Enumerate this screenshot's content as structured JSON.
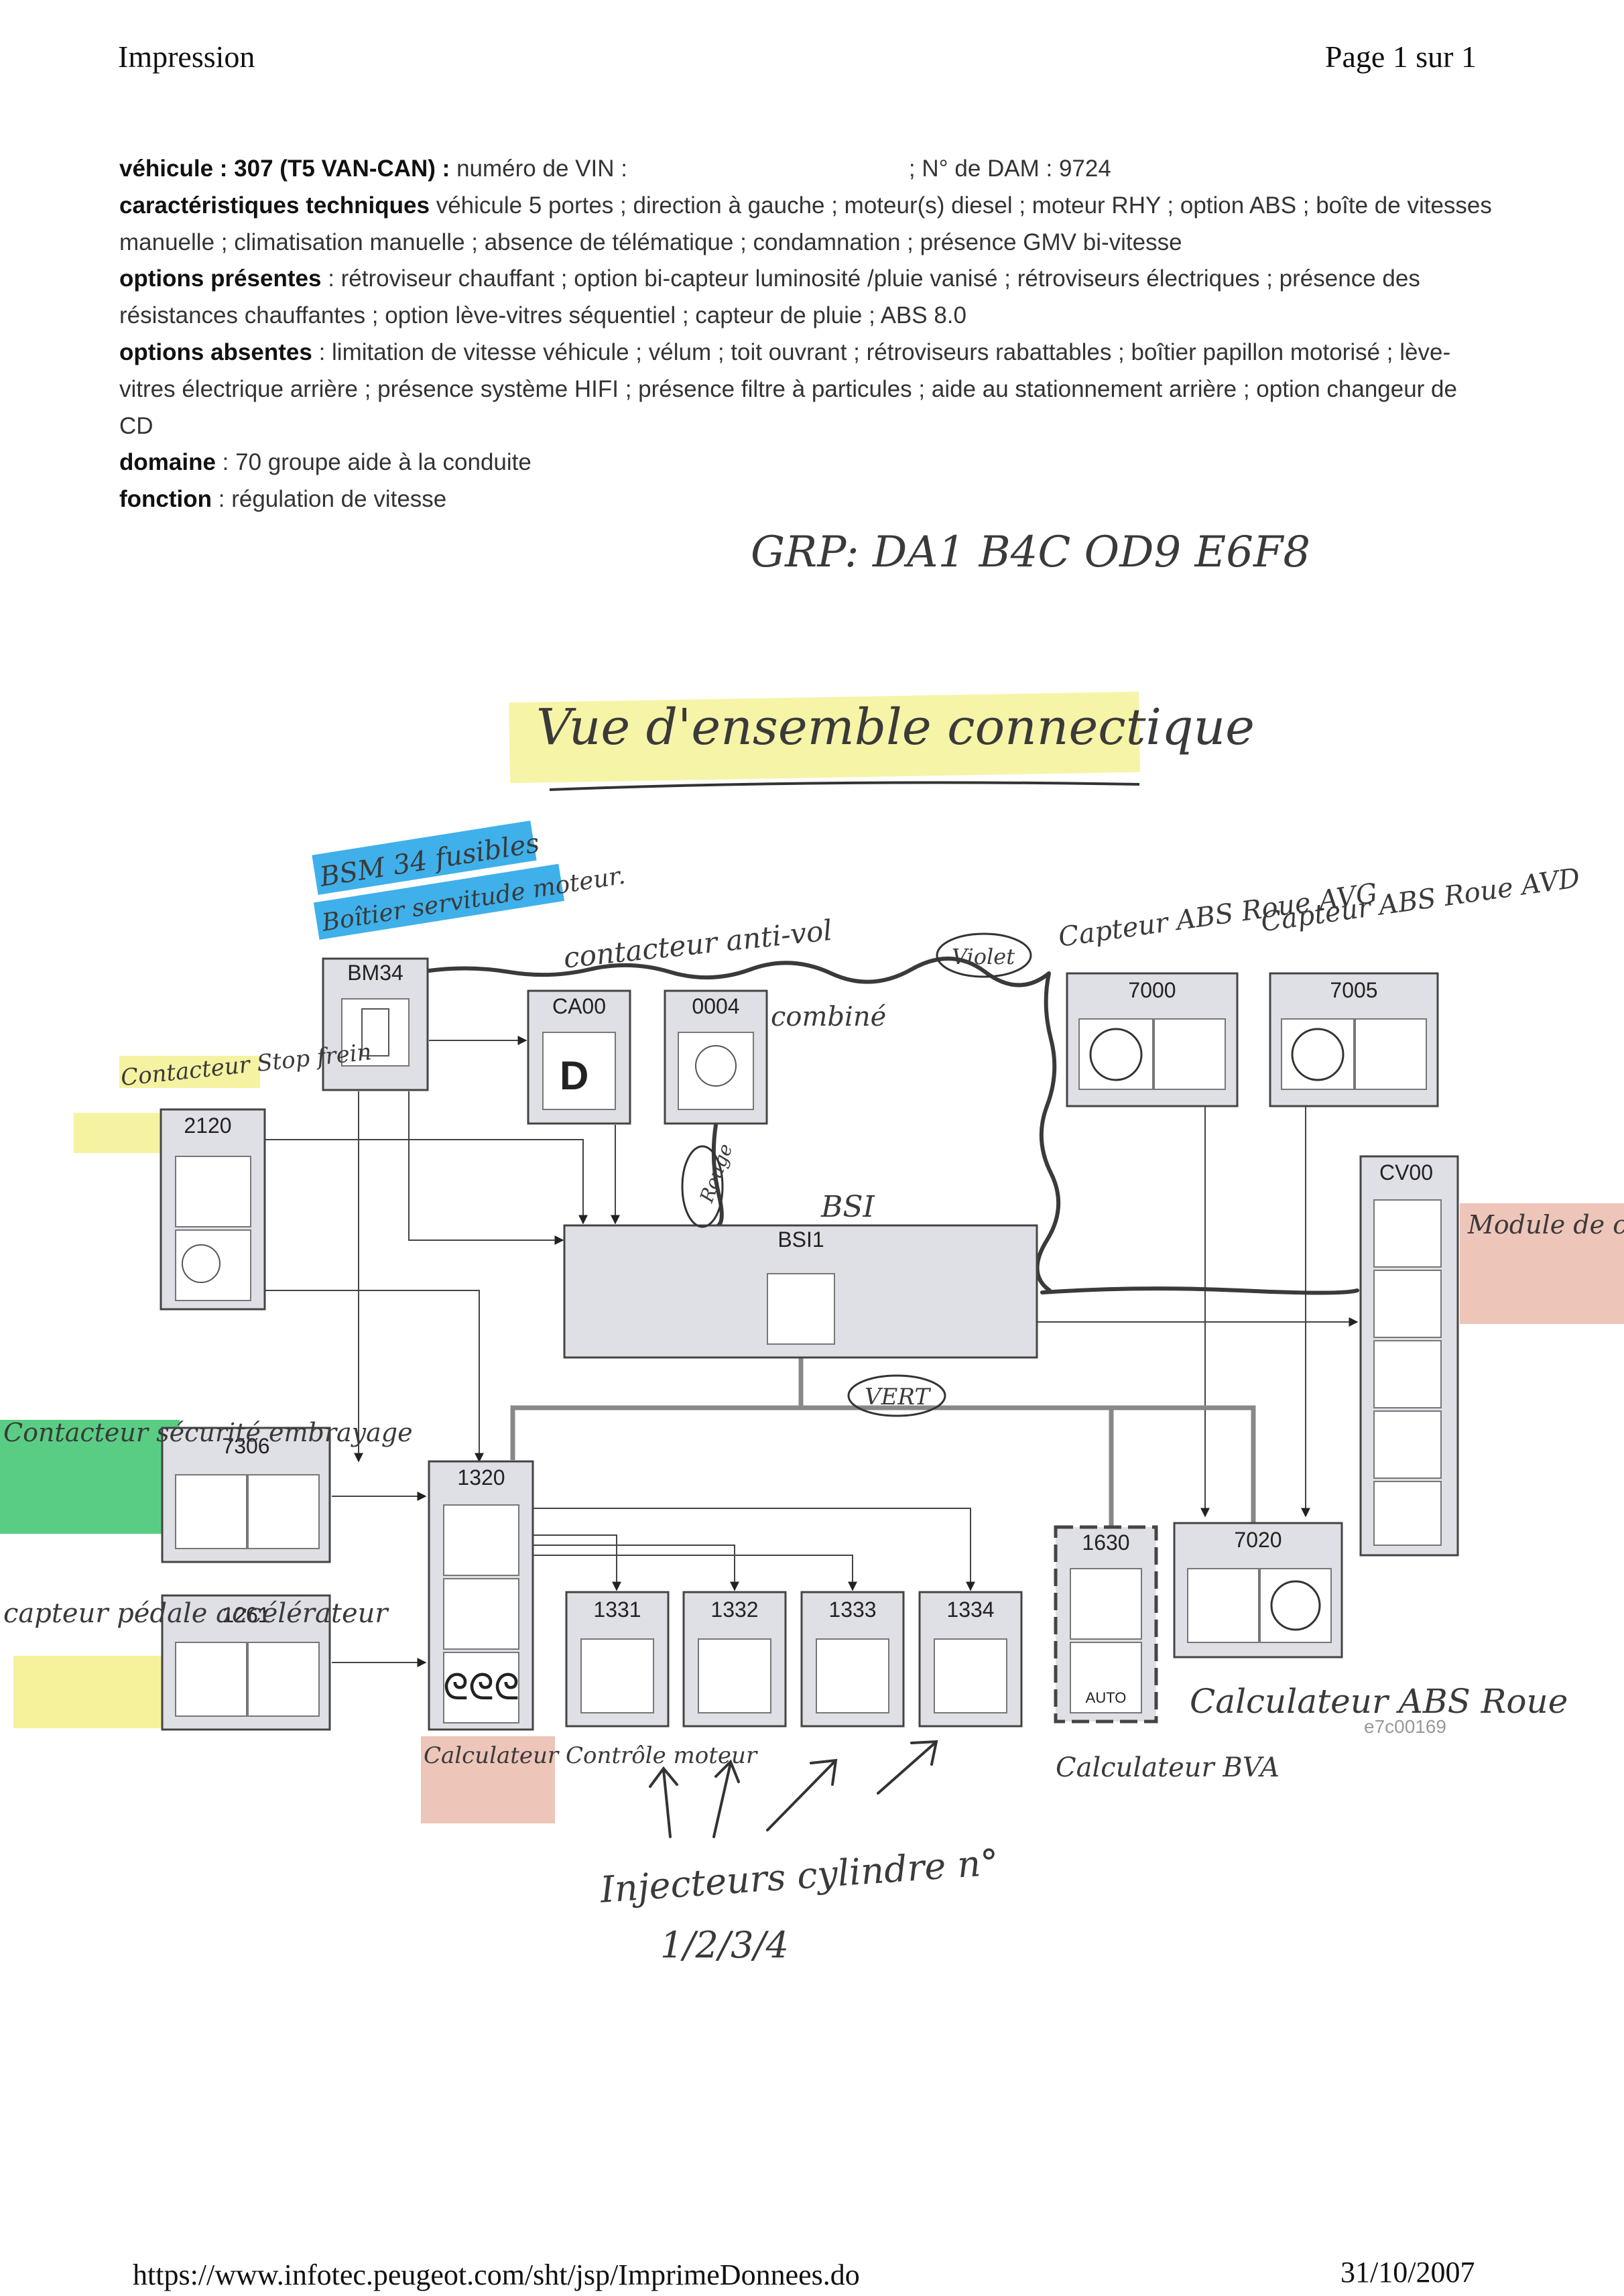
{
  "header": {
    "left": "Impression",
    "right": "Page 1 sur 1"
  },
  "info": {
    "vehicle_label": "véhicule : 307 (T5 VAN-CAN) :",
    "vin_label": "numéro de VIN :",
    "dam": "; N° de DAM : 9724",
    "carac_label": "caractéristiques techniques",
    "carac_text": "véhicule 5 portes ; direction à gauche ; moteur(s) diesel ; moteur RHY ; option ABS ; boîte de vitesses manuelle ; climatisation manuelle ; absence de télématique ; condamnation ; présence GMV bi-vitesse",
    "opt_pres_label": "options présentes",
    "opt_pres_text": ": rétroviseur chauffant ; option bi-capteur luminosité /pluie vanisé ; rétroviseurs électriques ; présence des résistances chauffantes ; option lève-vitres séquentiel ; capteur de pluie ; ABS 8.0",
    "opt_abs_label": "options absentes",
    "opt_abs_text": ": limitation de vitesse véhicule ; vélum ; toit ouvrant ; rétroviseurs rabattables ; boîtier papillon motorisé ; lève-vitres électrique arrière ; présence système HIFI ; présence filtre à particules ; aide au stationnement arrière ; option changeur de CD",
    "domaine_label": "domaine",
    "domaine_text": ": 70 groupe aide à la conduite",
    "fonction_label": "fonction",
    "fonction_text": ": régulation de vitesse"
  },
  "handwriting": {
    "grp": "GRP: DA1 B4C OD9 E6F8",
    "title": "Vue d'ensemble connectique",
    "bsm": "BSM 34 fusibles",
    "bsm2": "Boîtier servitude moteur.",
    "contacteur_antivol": "contacteur anti-vol",
    "violet": "Violet",
    "combine": "combiné",
    "capteur_avg": "Capteur ABS Roue AVG",
    "capteur_avd": "Capteur ABS Roue AVD",
    "contacteur_frein": "Contacteur Stop frein",
    "bsi": "BSI",
    "rouge": "Rouge",
    "vert": "VERT",
    "module": "Module de commutation ss le volant",
    "contacteur_embrayage": "Contacteur sécurité embrayage",
    "capteur_pedale": "capteur pédale accélérateur",
    "calc_moteur": "Calculateur Contrôle moteur",
    "calc_bva": "Calculateur BVA",
    "calc_abs": "Calculateur ABS Roue",
    "injecteurs": "Injecteurs cylindre n°",
    "injecteurs_n": "1/2/3/4"
  },
  "diagram": {
    "modules": {
      "bm34": "BM34",
      "ca00": "CA00",
      "m0004": "0004",
      "m7000": "7000",
      "m7005": "7005",
      "m2120": "2120",
      "bsi1": "BSI1",
      "cv00": "CV00",
      "m7306": "7306",
      "m1261": "1261",
      "m1320": "1320",
      "m1331": "1331",
      "m1332": "1332",
      "m1333": "1333",
      "m1334": "1334",
      "m1630": "1630",
      "m7020": "7020",
      "auto": "AUTO"
    },
    "ref": "e7c00169"
  },
  "footer": {
    "url": "https://www.infotec.peugeot.com/sht/jsp/ImprimeDonnees.do",
    "date": "31/10/2007"
  },
  "colors": {
    "highlight_yellow": "#f3f08a",
    "highlight_blue": "#2aa7e8",
    "highlight_green": "#3dc46f",
    "highlight_pink": "#e8b7a8",
    "module_fill": "#dfdfe6"
  }
}
